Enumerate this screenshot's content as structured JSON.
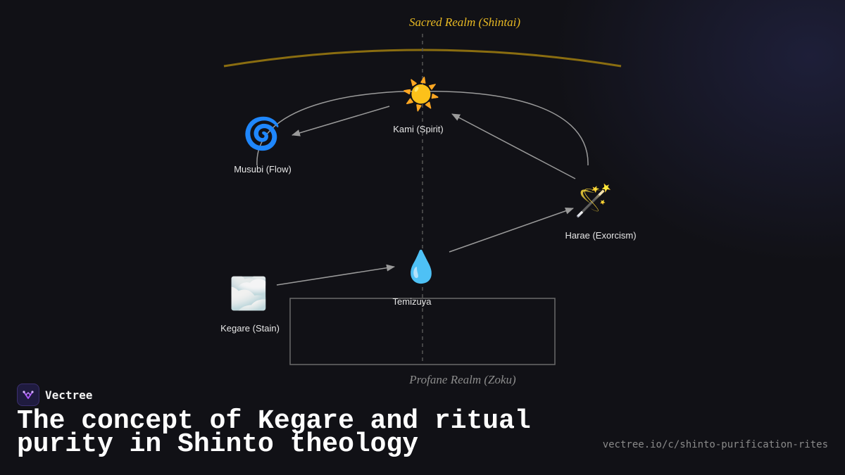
{
  "diagram": {
    "top_realm": {
      "label": "Sacred Realm (Shintai)",
      "color": "#e8b923"
    },
    "bottom_realm": {
      "label": "Profane Realm (Zoku)",
      "color": "#8c8c8c"
    },
    "nodes": [
      {
        "id": "kami",
        "label": "Kami (Spirit)",
        "icon": "sun-icon",
        "glyph": "☀️"
      },
      {
        "id": "musubi",
        "label": "Musubi (Flow)",
        "icon": "cyclone-icon",
        "glyph": "🌀"
      },
      {
        "id": "harae",
        "label": "Harae (Exorcism)",
        "icon": "magic-wand-icon",
        "glyph": "🪄"
      },
      {
        "id": "temizuya",
        "label": "Temizuya",
        "icon": "droplet-icon",
        "glyph": "💧"
      },
      {
        "id": "kegare",
        "label": "Kegare (Stain)",
        "icon": "fog-icon",
        "glyph": "🌫️"
      }
    ],
    "edges": [
      {
        "from": "kegare",
        "to": "temizuya"
      },
      {
        "from": "temizuya",
        "to": "harae"
      },
      {
        "from": "harae",
        "to": "kami"
      },
      {
        "from": "kami",
        "to": "musubi"
      }
    ]
  },
  "branding": {
    "name": "Vectree",
    "logo_icon": "vectree-logo-icon",
    "accent": "#a855f7"
  },
  "title": "The concept of Kegare and ritual purity in Shinto theology",
  "url": "vectree.io/c/shinto-purification-rites"
}
